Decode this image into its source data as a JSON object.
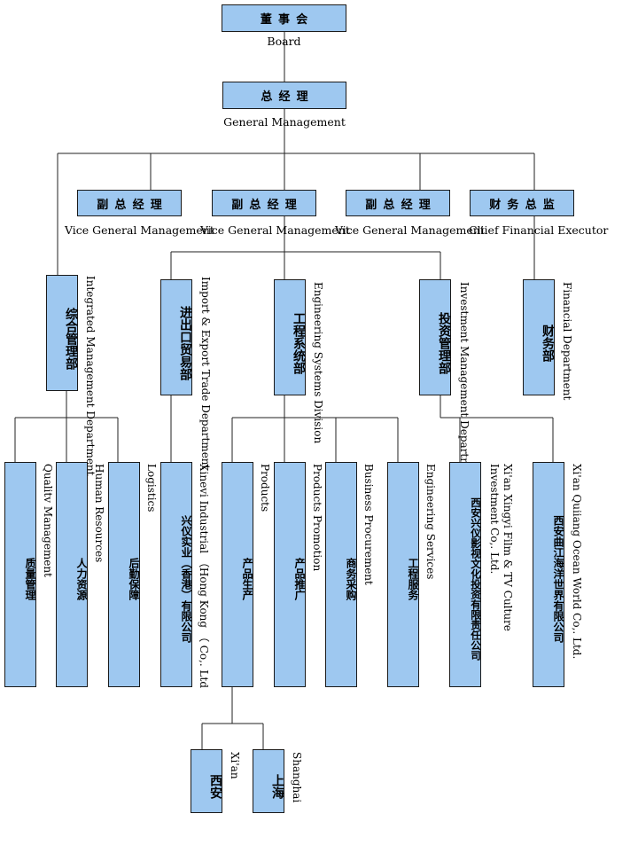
{
  "board": {
    "zh": "董事会",
    "en": "Board"
  },
  "gm": {
    "zh": "总经理",
    "en": "General Management"
  },
  "execs": [
    {
      "zh": "副总经理",
      "en": "Vice General Management"
    },
    {
      "zh": "副总经理",
      "en": "Vice General Management"
    },
    {
      "zh": "副总经理",
      "en": "Vice General Management"
    },
    {
      "zh": "财务总监",
      "en": "Cliief Financial Executor"
    }
  ],
  "departments": [
    {
      "zh": "综合管理部",
      "en": "Integrated    Management Department"
    },
    {
      "zh": "进出口贸易部",
      "en": "Import & Export Trade Department"
    },
    {
      "zh": "工程系统部",
      "en": "Engineering Systems Division"
    },
    {
      "zh": "投资管理部",
      "en": "Investment  Management Department"
    },
    {
      "zh": "财务部",
      "en": "Financial Department"
    }
  ],
  "units": [
    {
      "zh": "质量管理",
      "en": "Qualitv Management"
    },
    {
      "zh": "人力资源",
      "en": "Human Resources"
    },
    {
      "zh": "后勤保障",
      "en": "Logistics"
    },
    {
      "zh": "兴仪实业（香港）有限公司",
      "en": "Xinevi Industrial （Hong Kong （ Co,. Ltd"
    },
    {
      "zh": "产品生产",
      "en": "Products"
    },
    {
      "zh": "产品推广",
      "en": "Products Promotion"
    },
    {
      "zh": "商务采购",
      "en": "Business Procurement"
    },
    {
      "zh": "工程服务",
      "en": "Engineering Services"
    },
    {
      "zh": "西安兴仪影视文化投资有限责任公司",
      "en": "Xi'an Xingyi Film & TV Culture Investment Co,. Ltd."
    },
    {
      "zh": "西安曲江海洋世界有限公司",
      "en": "Xi'an Quiiang Ocean World Co,. Ltd."
    }
  ],
  "sites": [
    {
      "zh": "西安",
      "en": "Xi'an"
    },
    {
      "zh": "上海",
      "en": "Shanghai"
    }
  ]
}
